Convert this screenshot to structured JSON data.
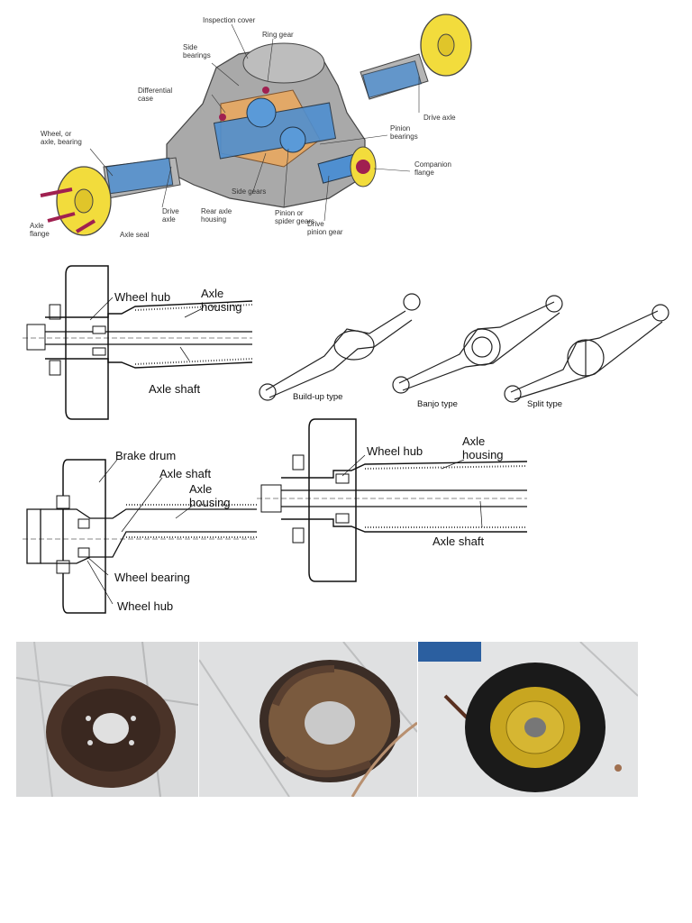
{
  "differential": {
    "labels": {
      "inspection_cover": "Inspection cover",
      "ring_gear": "Ring gear",
      "side_bearings": "Side\nbearings",
      "differential_case": "Differential\ncase",
      "wheel_axle_bearing": "Wheel, or\naxle, bearing",
      "pinion_bearings": "Pinion\nbearings",
      "drive_axle_right": "Drive axle",
      "companion_flange": "Companion\nflange",
      "axle_flange": "Axle\nflange",
      "axle_seal": "Axle seal",
      "drive_axle_left": "Drive\naxle",
      "rear_axle_housing": "Rear axle\nhousing",
      "side_gears": "Side gears",
      "pinion_spider_gears": "Pinion or\nspider gears",
      "drive_pinion_gear": "Drive\npinion gear"
    },
    "colors": {
      "yellow": "#f2dc3c",
      "blue": "#4f8fd0",
      "orange": "#e9a860",
      "gray": "#a9a9a9"
    }
  },
  "fig1": {
    "wheel_hub": "Wheel hub",
    "axle_housing": "Axle\nhousing",
    "axle_shaft": "Axle shaft"
  },
  "housing_types": {
    "buildup": "Build-up type",
    "banjo": "Banjo type",
    "split": "Split type"
  },
  "fig2": {
    "brake_drum": "Brake drum",
    "axle_shaft": "Axle shaft",
    "axle_housing": "Axle\nhousing",
    "wheel_bearing": "Wheel bearing",
    "wheel_hub": "Wheel hub"
  },
  "fig3": {
    "wheel_hub": "Wheel hub",
    "axle_housing": "Axle\nhousing",
    "axle_shaft": "Axle shaft"
  }
}
